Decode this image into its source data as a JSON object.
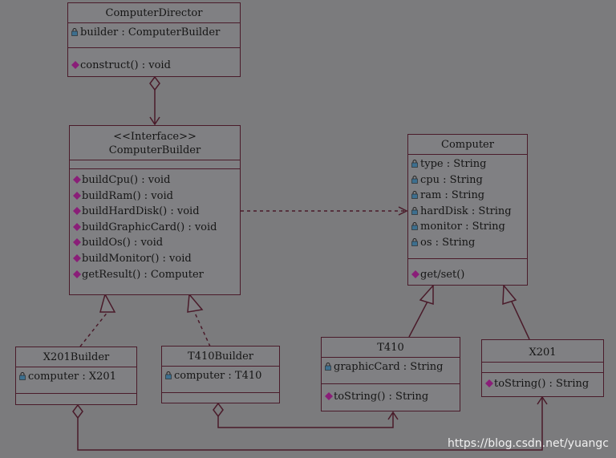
{
  "diagram": {
    "classes": {
      "computer_director": {
        "name": "ComputerDirector",
        "attributes": [
          "builder : ComputerBuilder"
        ],
        "operations": [
          "construct() : void"
        ]
      },
      "computer_builder": {
        "stereotype": "<<Interface>>",
        "name": "ComputerBuilder",
        "operations": [
          "buildCpu() : void",
          "buildRam() : void",
          "buildHardDisk() : void",
          "buildGraphicCard() : void",
          "buildOs() : void",
          "buildMonitor() : void",
          "getResult() : Computer"
        ]
      },
      "computer": {
        "name": "Computer",
        "attributes": [
          "type : String",
          "cpu : String",
          "ram : String",
          "hardDisk : String",
          "monitor : String",
          "os : String"
        ],
        "operations": [
          "get/set()"
        ]
      },
      "x201_builder": {
        "name": "X201Builder",
        "attributes": [
          "computer : X201"
        ]
      },
      "t410_builder": {
        "name": "T410Builder",
        "attributes": [
          "computer : T410"
        ]
      },
      "t410": {
        "name": "T410",
        "attributes": [
          "graphicCard : String"
        ],
        "operations": [
          "toString() : String"
        ]
      },
      "x201": {
        "name": "X201",
        "operations": [
          "toString() : String"
        ]
      }
    },
    "watermark": "https://blog.csdn.net/yuangc",
    "colors": {
      "border": "#4a1b2a",
      "box_fill": "#808083",
      "background": "#7b7b7d",
      "attribute_icon": "#3d6f8f",
      "operation_icon": "#8a1e78"
    },
    "icons": {
      "attribute": "lock-field-icon",
      "operation": "method-diamond-icon"
    }
  }
}
